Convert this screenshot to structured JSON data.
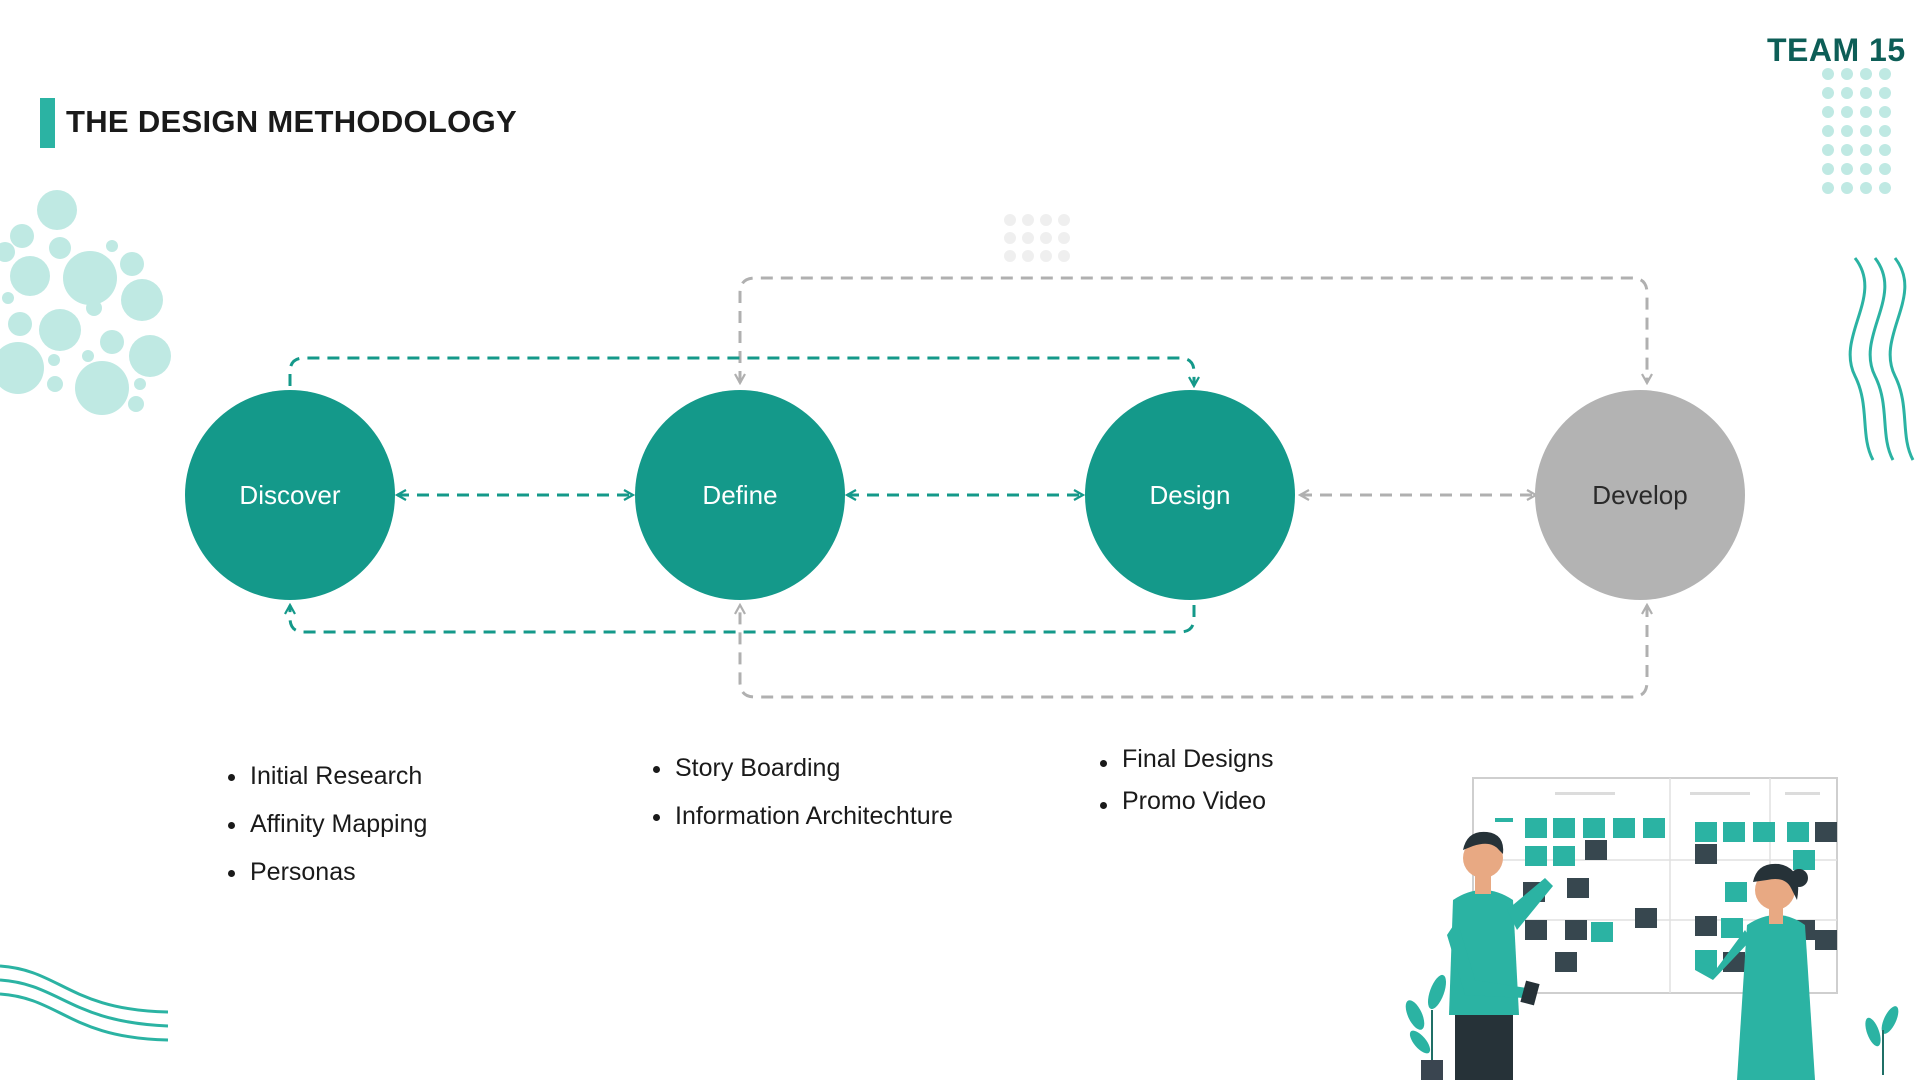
{
  "header": {
    "team": "TEAM 15",
    "title": "THE DESIGN METHODOLOGY"
  },
  "colors": {
    "accent": "#2bb3a3",
    "phase_active": "#14998a",
    "phase_inactive": "#b3b3b3",
    "connector_active": "#14998a",
    "connector_inactive": "#b0b0b0",
    "decor_light": "#bfe9e3"
  },
  "phases": [
    {
      "label": "Discover",
      "active": true,
      "items": [
        "Initial Research",
        "Affinity Mapping",
        "Personas"
      ]
    },
    {
      "label": "Define",
      "active": true,
      "items": [
        "Story Boarding",
        "Information Architechture"
      ]
    },
    {
      "label": "Design",
      "active": true,
      "items": [
        "Final Designs",
        "Promo Video"
      ]
    },
    {
      "label": "Develop",
      "active": false,
      "items": []
    }
  ],
  "connectors": [
    {
      "from": "Discover",
      "to": "Define",
      "style": "bidirectional",
      "status": "active"
    },
    {
      "from": "Define",
      "to": "Design",
      "style": "bidirectional",
      "status": "active"
    },
    {
      "from": "Design",
      "to": "Develop",
      "style": "bidirectional",
      "status": "inactive"
    },
    {
      "from": "Discover",
      "to": "Design",
      "style": "loop-top",
      "status": "active"
    },
    {
      "from": "Design",
      "to": "Discover",
      "style": "loop-bottom",
      "status": "active"
    },
    {
      "from": "Define",
      "to": "Develop",
      "style": "loop-top",
      "status": "inactive"
    },
    {
      "from": "Develop",
      "to": "Define",
      "style": "loop-bottom",
      "status": "inactive"
    }
  ],
  "decor": {
    "illustration": "team-planning-board-illustration",
    "bubbles": "bubble-cluster-decor",
    "dots": "dot-grid-decor",
    "waves": "wave-lines-decor"
  }
}
